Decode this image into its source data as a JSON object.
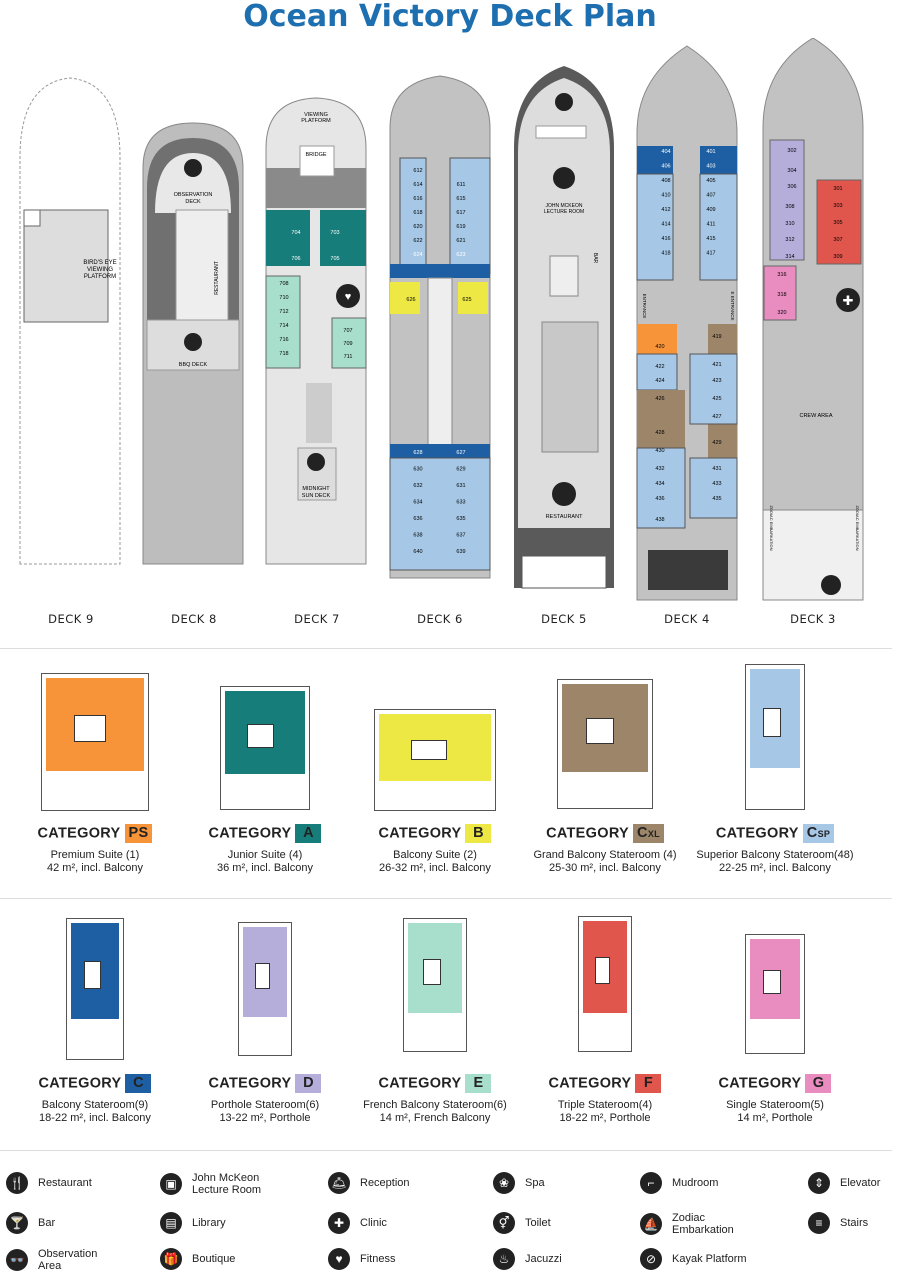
{
  "title": "Ocean Victory Deck Plan",
  "decks": [
    {
      "label": "DECK 9",
      "areas": [
        "BIRD'S EYE",
        "VIEWING",
        "PLATFORM"
      ]
    },
    {
      "label": "DECK 8",
      "areas": [
        "OBSERVATION",
        "DECK",
        "RESTAURANT",
        "BBQ DECK"
      ]
    },
    {
      "label": "DECK 7",
      "areas": [
        "VIEWING",
        "PLATFORM",
        "BRIDGE",
        "MIDNIGHT",
        "SUN DECK"
      ]
    },
    {
      "label": "DECK 6"
    },
    {
      "label": "DECK 5",
      "areas": [
        "JOHN MCKEON",
        "LECTURE ROOM",
        "BAR",
        "RESTAURANT"
      ]
    },
    {
      "label": "DECK 4",
      "areas": [
        "ENTRANCE",
        "E ENTRANCE"
      ]
    },
    {
      "label": "DECK 3",
      "areas": [
        "CREW AREA",
        "ZODIAC EMBARKATION",
        "ZODIAC EMBARKATION"
      ]
    }
  ],
  "cabins": {
    "d7": [
      "704",
      "703",
      "706",
      "705",
      "708",
      "710",
      "712",
      "714",
      "716",
      "718",
      "707",
      "709",
      "711"
    ],
    "d6": [
      "612",
      "614",
      "611",
      "616",
      "615",
      "618",
      "617",
      "620",
      "619",
      "622",
      "621",
      "624",
      "623",
      "626",
      "625",
      "628",
      "627",
      "630",
      "629",
      "632",
      "631",
      "634",
      "633",
      "636",
      "635",
      "638",
      "637",
      "640",
      "639"
    ],
    "d4": [
      "404",
      "401",
      "406",
      "403",
      "408",
      "405",
      "410",
      "407",
      "412",
      "409",
      "414",
      "411",
      "416",
      "415",
      "418",
      "417",
      "420",
      "419",
      "422",
      "421",
      "424",
      "423",
      "426",
      "425",
      "427",
      "428",
      "429",
      "430",
      "432",
      "431",
      "434",
      "433",
      "436",
      "435",
      "438"
    ],
    "d3": [
      "302",
      "304",
      "306",
      "301",
      "308",
      "303",
      "310",
      "305",
      "312",
      "307",
      "314",
      "309",
      "316",
      "318",
      "320"
    ]
  },
  "categories": [
    {
      "word": "CATEGORY",
      "code": "PS",
      "name": "Premium Suite (1)",
      "size": "42 m², incl. Balcony",
      "color": "#f7943a"
    },
    {
      "word": "CATEGORY",
      "code": "A",
      "name": "Junior Suite (4)",
      "size": "36 m², incl. Balcony",
      "color": "#167d7b"
    },
    {
      "word": "CATEGORY",
      "code": "B",
      "name": "Balcony Suite (2)",
      "size": "26-32 m², incl. Balcony",
      "color": "#eee845"
    },
    {
      "word": "CATEGORY",
      "code": "Cxl",
      "name": "Grand Balcony Stateroom (4)",
      "size": "25-30 m², incl. Balcony",
      "color": "#9c8569"
    },
    {
      "word": "CATEGORY",
      "code": "Csp",
      "name": "Superior Balcony Stateroom(48)",
      "size": "22-25 m², incl. Balcony",
      "color": "#a6c8e6"
    },
    {
      "word": "CATEGORY",
      "code": "C",
      "name": "Balcony Stateroom(9)",
      "size": "18-22 m², incl. Balcony",
      "color": "#1e5fa3"
    },
    {
      "word": "CATEGORY",
      "code": "D",
      "name": "Porthole Stateroom(6)",
      "size": "13-22 m², Porthole",
      "color": "#b5aedb"
    },
    {
      "word": "CATEGORY",
      "code": "E",
      "name": "French Balcony Stateroom(6)",
      "size": "14 m², French Balcony",
      "color": "#a8dfcc"
    },
    {
      "word": "CATEGORY",
      "code": "F",
      "name": "Triple Stateroom(4)",
      "size": "18-22 m², Porthole",
      "color": "#e0564c"
    },
    {
      "word": "CATEGORY",
      "code": "G",
      "name": "Single Stateroom(5)",
      "size": "14 m², Porthole",
      "color": "#e98cc0"
    }
  ],
  "legend": [
    {
      "icon": "restaurant-icon",
      "glyph": "🍴",
      "label": "Restaurant"
    },
    {
      "icon": "lecture-room-icon",
      "glyph": "▣",
      "label": "John McKeon Lecture Room"
    },
    {
      "icon": "reception-icon",
      "glyph": "🛎",
      "label": "Reception"
    },
    {
      "icon": "spa-icon",
      "glyph": "❀",
      "label": "Spa"
    },
    {
      "icon": "mudroom-icon",
      "glyph": "⌐",
      "label": "Mudroom"
    },
    {
      "icon": "elevator-icon",
      "glyph": "⇕",
      "label": "Elevator"
    },
    {
      "icon": "bar-icon",
      "glyph": "🍸",
      "label": "Bar"
    },
    {
      "icon": "library-icon",
      "glyph": "▤",
      "label": "Library"
    },
    {
      "icon": "clinic-icon",
      "glyph": "✚",
      "label": "Clinic"
    },
    {
      "icon": "toilet-icon",
      "glyph": "⚥",
      "label": "Toilet"
    },
    {
      "icon": "zodiac-icon",
      "glyph": "⛵",
      "label": "Zodiac Embarkation"
    },
    {
      "icon": "stairs-icon",
      "glyph": "≡",
      "label": "Stairs"
    },
    {
      "icon": "observation-icon",
      "glyph": "👓",
      "label": "Observation Area"
    },
    {
      "icon": "boutique-icon",
      "glyph": "🎁",
      "label": "Boutique"
    },
    {
      "icon": "fitness-icon",
      "glyph": "♥",
      "label": "Fitness"
    },
    {
      "icon": "jacuzzi-icon",
      "glyph": "♨",
      "label": "Jacuzzi"
    },
    {
      "icon": "kayak-icon",
      "glyph": "⊘",
      "label": "Kayak Platform"
    }
  ]
}
